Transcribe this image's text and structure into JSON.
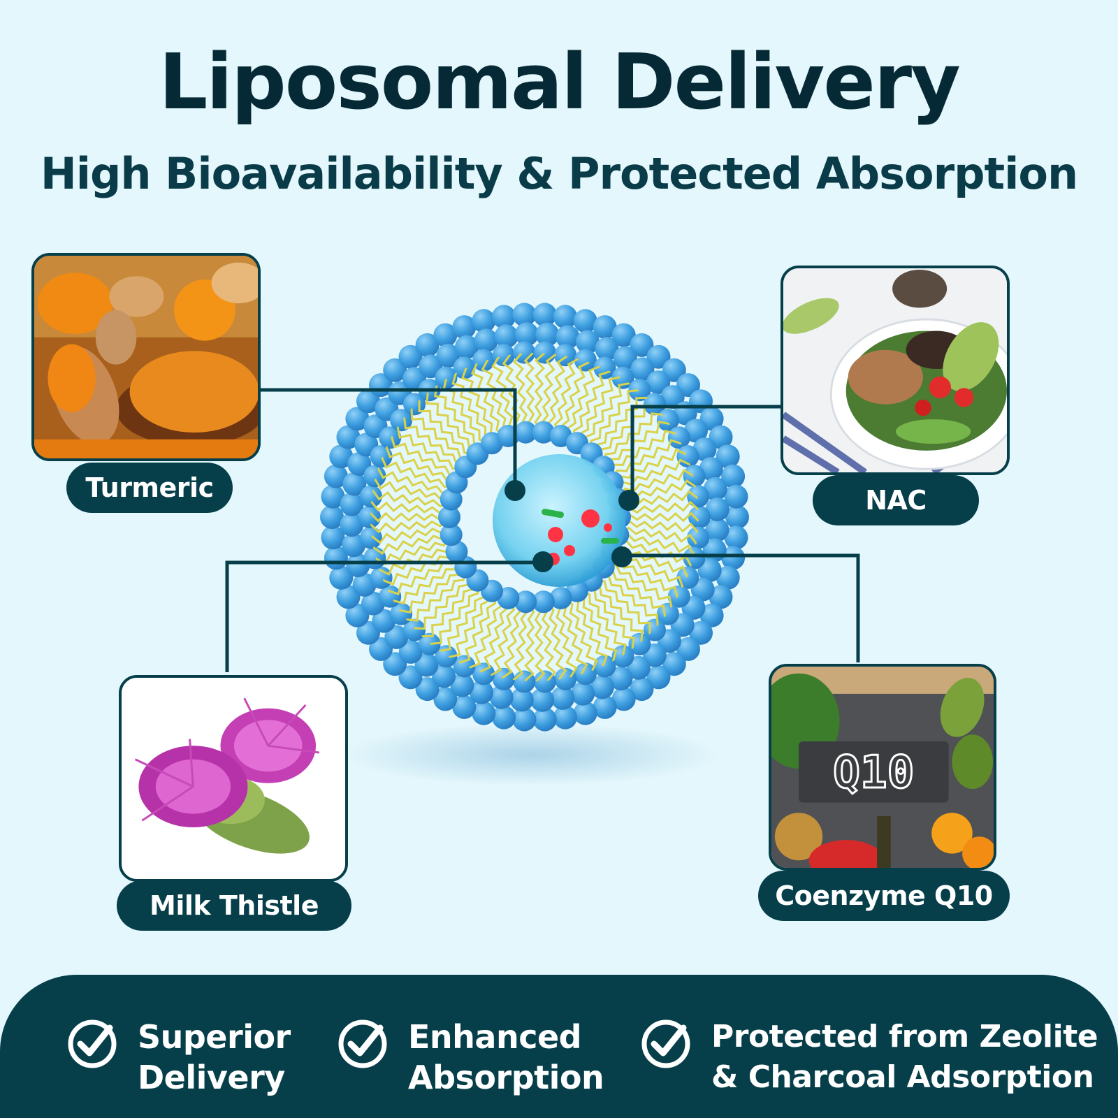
{
  "header": {
    "title": "Liposomal Delivery",
    "subtitle": "High Bioavailability & Protected Absorption"
  },
  "ingredients": {
    "turmeric": {
      "label": "Turmeric"
    },
    "nac": {
      "label": "NAC"
    },
    "milk_thistle": {
      "label": "Milk Thistle"
    },
    "coenzyme_q10": {
      "label": "Coenzyme Q10",
      "chalk_text": "Q10"
    }
  },
  "footer": {
    "features": [
      {
        "line1": "Superior",
        "line2": "Delivery"
      },
      {
        "line1": "Enhanced",
        "line2": "Absorption"
      },
      {
        "line1": "Protected from Zeolite",
        "line2": "& Charcoal Adsorption"
      }
    ]
  },
  "colors": {
    "background": "#e4f7fc",
    "navy": "#063f4a",
    "title": "#062a35",
    "sphere_blue": "#49a9e6",
    "lipid_yellow": "#d9d24a"
  }
}
